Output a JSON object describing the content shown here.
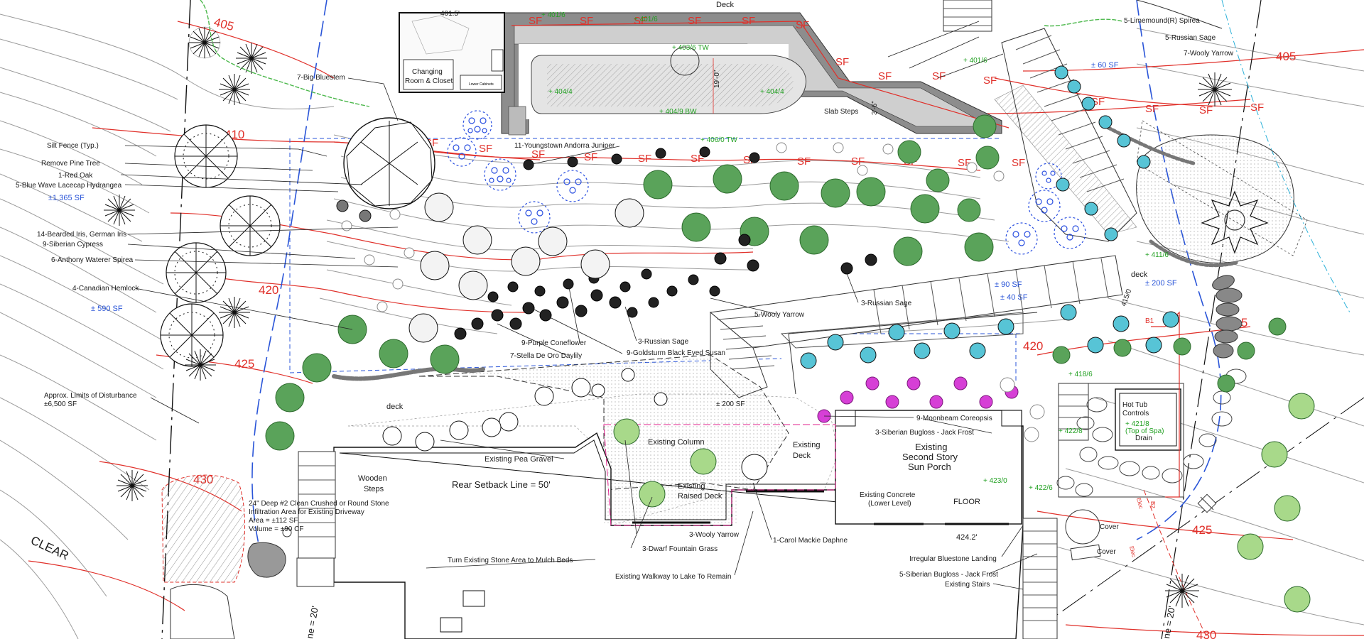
{
  "colors": {
    "contour": "#9a9a9a",
    "contour_major": "#e0302a",
    "silt_fence": "#e0302a",
    "disturbance_limit": "#2a55d8",
    "spot_grade": "#22a022",
    "raised_deck_label": "#e0208c",
    "plant_green": "#5aa35a",
    "plant_blue": "#2a4fe0",
    "plant_cyan": "#57c4d6",
    "plant_magenta": "#d63fd6"
  },
  "contour_labels": [
    "405",
    "410",
    "415",
    "420",
    "425",
    "430",
    "405",
    "420",
    "425",
    "430",
    "415"
  ],
  "silt_fence_mark": "SF",
  "spot_elevations": {
    "top": "401.5'",
    "floor_value": "424.2'",
    "floor_label": "FLOOR"
  },
  "grades": [
    "+ 401/6",
    "+ 401/6",
    "+ 403/6 TW",
    "+ 404/4",
    "+ 404/4",
    "+ 404/9 BW",
    "+ 406/0 TW",
    "+ 401/6",
    "+ 411/6",
    "+ 418/6",
    "+ 422/8",
    "+ 421/8",
    "(Top of Spa)",
    "+ 423/0",
    "+ 422/6"
  ],
  "areas": [
    "± 60 SF",
    "±1,365 SF",
    "± 590 SF",
    "± 90 SF",
    "± 40 SF",
    "± 200 SF",
    "± 200 SF"
  ],
  "dimensions": [
    "19'-0\"",
    "3'-6\"",
    "415/0"
  ],
  "rooms": {
    "changing": [
      "Changing",
      "Room & Closet"
    ],
    "lower_cabinets": "Lower Cabinets",
    "deck_top": "Deck",
    "slab_steps": "Slab Steps",
    "deck_right": "deck",
    "deck_left": "deck",
    "sun_porch": [
      "Existing",
      "Second Story",
      "Sun Porch"
    ],
    "existing_concrete": [
      "Existing Concrete",
      "(Lower Level)"
    ],
    "existing_deck": [
      "Existing",
      "Deck"
    ],
    "existing_column": "Existing Column",
    "raised_deck": [
      "Existing",
      "Raised Deck"
    ],
    "wooden_steps": [
      "Wooden",
      "Steps"
    ],
    "hot_tub": [
      "Hot Tub",
      "Controls"
    ],
    "drain": "Drain",
    "cover_1": "Cover",
    "cover_2": "Cover",
    "clear": "CLEAR",
    "setback_rear": "Rear Setback Line = 50'",
    "setback_side": "ne = 20'",
    "setback_side_right": "ne = 20'",
    "b1": "B1",
    "b2": "B2",
    "elec_1": "Elec",
    "elec_2": "Elec"
  },
  "infiltration_note": [
    "24\" Deep #2 Clean Crushed or Round Stone",
    "Infiltration Area for Existing Driveway",
    "Area = ±112 SF",
    "Volume = ±90 CF"
  ],
  "plant_labels": [
    "7-Big Bluestem",
    "Silt Fence (Typ.)",
    "Remove Pine Tree",
    "1-Red Oak",
    "5-Blue Wave Lacecap Hydrangea",
    "14-Bearded Iris, German Iris",
    "9-Siberian Cypress",
    "6-Anthony Waterer Spirea",
    "4-Canadian Hemlock",
    "Approx. Limits of Disturbance",
    "±6,500 SF",
    "11-Youngstown Andorra Juniper",
    "5-Limemound(R) Spirea",
    "5-Russian Sage",
    "7-Wooly Yarrow",
    "5-Wooly Yarrow",
    "3-Russian Sage",
    "3-Russian Sage",
    "9-Purple Coneflower",
    "7-Stella De Oro Daylily",
    "9-Goldsturm Black Eyed Susan",
    "9-Moonbeam Coreopsis",
    "3-Siberian Bugloss - Jack Frost",
    "Existing Pea Gravel",
    "3-Wooly Yarrow",
    "3-Dwarf Fountain Grass",
    "1-Carol Mackie Daphne",
    "Turn Existing Stone Area to Mulch Beds",
    "Existing Walkway to Lake To Remain",
    "Irregular Bluestone Landing",
    "5-Siberian Bugloss - Jack Frost",
    "Existing Stairs"
  ]
}
